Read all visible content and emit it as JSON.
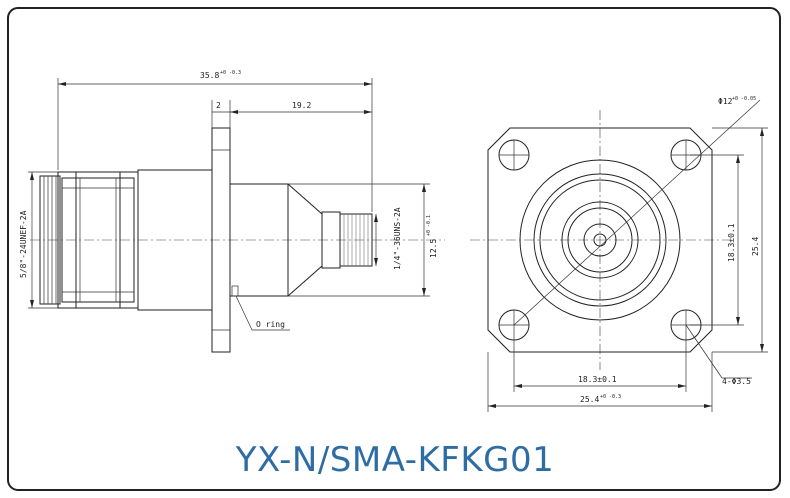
{
  "title": "YX-N/SMA-KFKG01",
  "dimensions": {
    "overall_length": "35.8",
    "overall_length_tol": "+0 -0.3",
    "flange_thickness": "2",
    "rear_length": "19.2",
    "thread_n": "5/8\"-24UNEF-2A",
    "thread_sma": "1/4\"-36UNS-2A",
    "body_dia": "12.5",
    "body_dia_tol": "+0 -0.1",
    "hole_dia": "Φ12",
    "hole_dia_tol": "+0 -0.05",
    "hole_spacing_v": "18.3±0.1",
    "flange_v": "25.4",
    "flange_tol": "+0 -0.3",
    "hole_spacing_h": "18.3±0.1",
    "flange_h": "25.4",
    "mount_holes": "4-Φ3.5",
    "o_ring": "O ring"
  }
}
